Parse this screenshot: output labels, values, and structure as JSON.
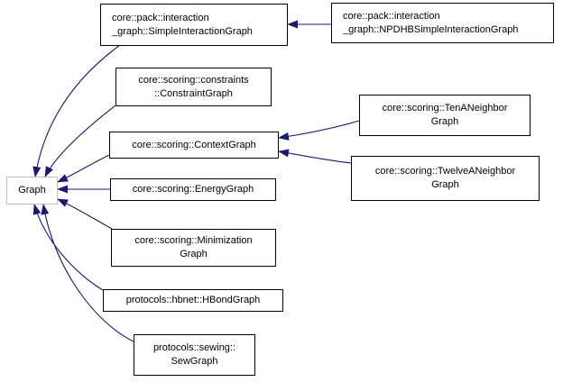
{
  "diagram": {
    "type": "inheritance-graph",
    "title": "Graph inheritance diagram",
    "colors": {
      "edge": "#191970",
      "node_border": "#000000",
      "base_node_border": "#bebebe",
      "node_background": "#ffffff",
      "text": "#000000",
      "background": "#ffffff"
    },
    "nodes": {
      "graph": {
        "label": "Graph"
      },
      "simple": {
        "label": "core::pack::interaction\n_graph::SimpleInteractionGraph"
      },
      "npdhb": {
        "label": "core::pack::interaction\n_graph::NPDHBSimpleInteractionGraph"
      },
      "constraint": {
        "label": "core::scoring::constraints\n::ConstraintGraph"
      },
      "context": {
        "label": "core::scoring::ContextGraph"
      },
      "tenA": {
        "label": "core::scoring::TenANeighbor\nGraph"
      },
      "twelveA": {
        "label": "core::scoring::TwelveANeighbor\nGraph"
      },
      "energy": {
        "label": "core::scoring::EnergyGraph"
      },
      "minimization": {
        "label": "core::scoring::Minimization\nGraph"
      },
      "hbond": {
        "label": "protocols::hbnet::HBondGraph"
      },
      "sew": {
        "label": "protocols::sewing::\nSewGraph"
      }
    },
    "edges": [
      {
        "from": "simple",
        "to": "graph"
      },
      {
        "from": "constraint",
        "to": "graph"
      },
      {
        "from": "context",
        "to": "graph"
      },
      {
        "from": "energy",
        "to": "graph"
      },
      {
        "from": "minimization",
        "to": "graph"
      },
      {
        "from": "hbond",
        "to": "graph"
      },
      {
        "from": "sew",
        "to": "graph"
      },
      {
        "from": "npdhb",
        "to": "simple"
      },
      {
        "from": "tenA",
        "to": "context"
      },
      {
        "from": "twelveA",
        "to": "context"
      }
    ]
  }
}
